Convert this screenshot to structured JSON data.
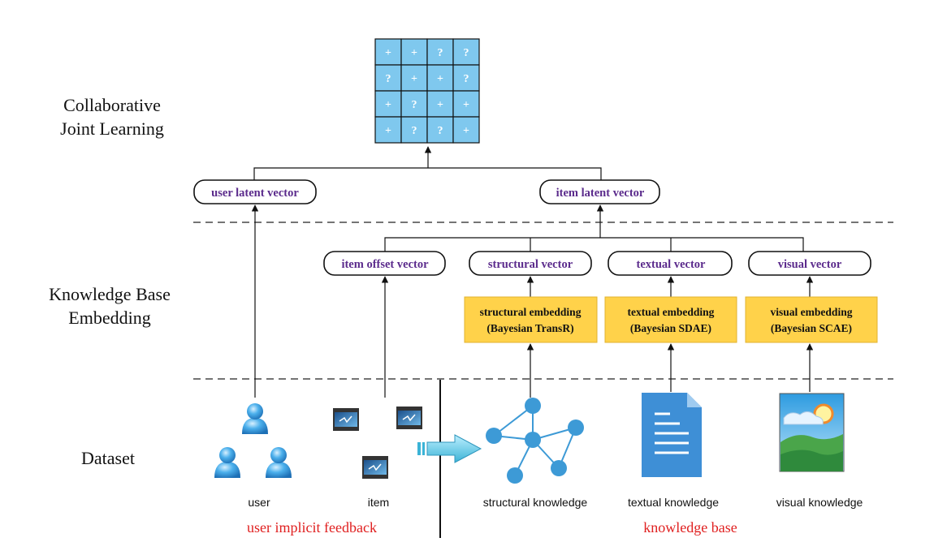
{
  "layers": {
    "collab": [
      "Collaborative",
      "Joint Learning"
    ],
    "kbe": [
      "Knowledge Base",
      "Embedding"
    ],
    "dataset": "Dataset"
  },
  "matrix": {
    "cells": [
      [
        "+",
        "+",
        "?",
        "?"
      ],
      [
        "?",
        "+",
        "+",
        "?"
      ],
      [
        "+",
        "?",
        "+",
        "+"
      ],
      [
        "+",
        "?",
        "?",
        "+"
      ]
    ],
    "fill_color": "#7fc8ee"
  },
  "vectors": {
    "user_latent": "user latent vector",
    "item_latent": "item latent vector",
    "item_offset": "item offset vector",
    "structural": "structural vector",
    "textual": "textual vector",
    "visual": "visual vector"
  },
  "embeddings": {
    "structural": [
      "structural embedding",
      "(Bayesian TransR)"
    ],
    "textual": [
      "textual embedding",
      "(Bayesian SDAE)"
    ],
    "visual": [
      "visual embedding",
      "(Bayesian SCAE)"
    ],
    "box_color": "#ffd24a"
  },
  "dataset": {
    "user": "user",
    "item": "item",
    "structural_knowledge": "structural knowledge",
    "textual_knowledge": "textual knowledge",
    "visual_knowledge": "visual knowledge",
    "user_feedback": "user implicit feedback",
    "knowledge_base": "knowledge base"
  },
  "colors": {
    "vector_text": "#5b2b8c",
    "red_label": "#e02020",
    "person_blue": "#3a9ee0",
    "graph_blue": "#3d9ad6",
    "doc_blue": "#3e8fd6"
  }
}
